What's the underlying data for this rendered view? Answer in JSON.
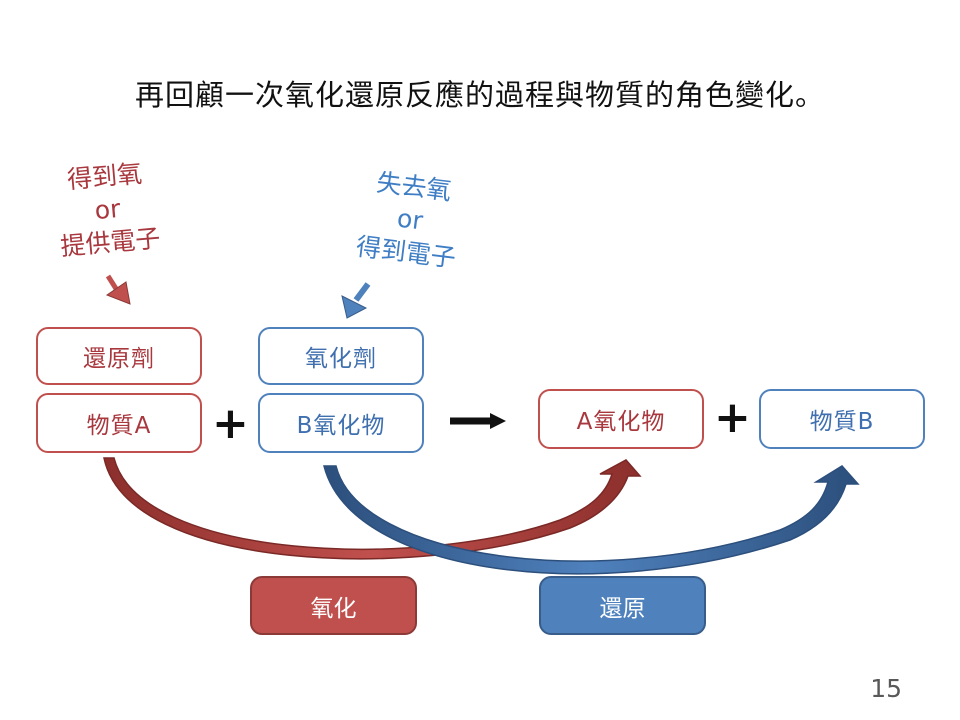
{
  "title": "再回顧一次氧化還原反應的過程與物質的角色變化。",
  "notes": {
    "reducer_note": [
      "得到氧",
      "or",
      "提供電子"
    ],
    "oxidizer_note": [
      "失去氧",
      "or",
      "得到電子"
    ]
  },
  "reactants": {
    "reducer_role": "還原劑",
    "substance_a": "物質A",
    "oxidizer_role": "氧化劑",
    "b_oxide": "B氧化物"
  },
  "products": {
    "a_oxide": "A氧化物",
    "substance_b": "物質B"
  },
  "symbols": {
    "plus": "+"
  },
  "labels": {
    "oxidation": "氧化",
    "reduction": "還原"
  },
  "colors": {
    "red": "#c0504d",
    "blue": "#4f81bd"
  },
  "page_number": "15"
}
